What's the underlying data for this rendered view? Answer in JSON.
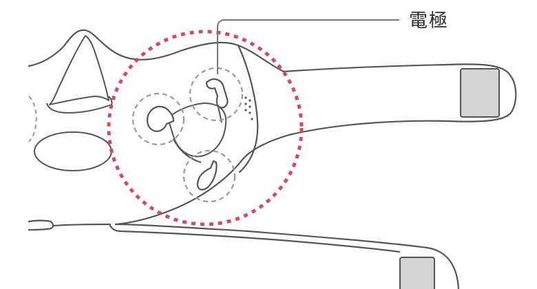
{
  "callout": {
    "label": "電極"
  },
  "colors": {
    "outline": "#555555",
    "pad_fill": "#d4d4d4",
    "detail_ring": "#999999",
    "highlight_ring": "#c94f68",
    "callout_line": "#777777",
    "label_text": "#2b2b2b"
  },
  "icons": {
    "electrode_shape": "comma-shaped-electrode",
    "detail_marker": "dashed-circle",
    "highlight_marker": "dotted-circle"
  }
}
